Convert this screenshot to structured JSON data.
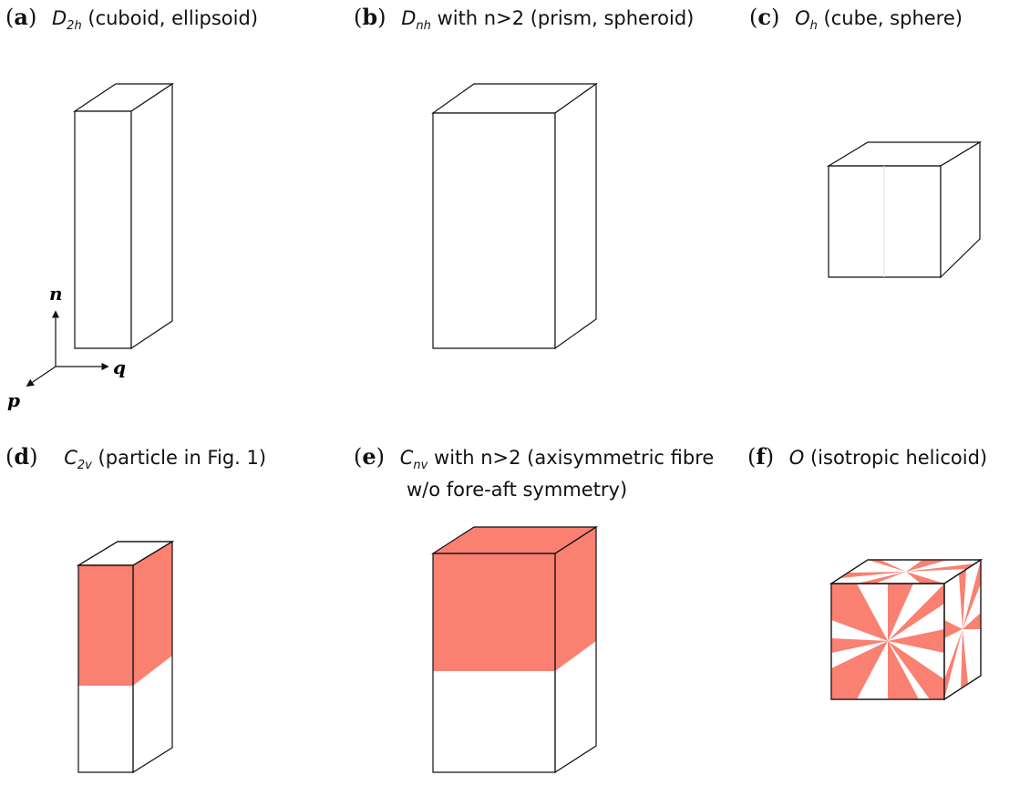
{
  "panels": [
    {
      "label": "a",
      "symbol_main": "D",
      "symbol_sub": "2h",
      "text": "(cuboid, ellipsoid)",
      "text2": ""
    },
    {
      "label": "b",
      "symbol_main": "D",
      "symbol_sub": "nh",
      "text": "with n>2 (prism, spheroid)",
      "text2": ""
    },
    {
      "label": "c",
      "symbol_main": "O",
      "symbol_sub": "h",
      "text": "(cube, sphere)",
      "text2": ""
    },
    {
      "label": "d",
      "symbol_main": "C",
      "symbol_sub": "2v",
      "text": "(particle in Fig. 1)",
      "text2": ""
    },
    {
      "label": "e",
      "symbol_main": "C",
      "symbol_sub": "nv",
      "text": "with n>2 (axisymmetric fibre",
      "text2": "w/o fore-aft symmetry)"
    },
    {
      "label": "f",
      "symbol_main": "O",
      "symbol_sub": "",
      "text": "(isotropic helicoid)",
      "text2": ""
    }
  ],
  "axes": {
    "n": "n",
    "q": "q",
    "p": "p"
  },
  "colors": {
    "highlight": "#FA8072",
    "stroke": "#111111"
  }
}
